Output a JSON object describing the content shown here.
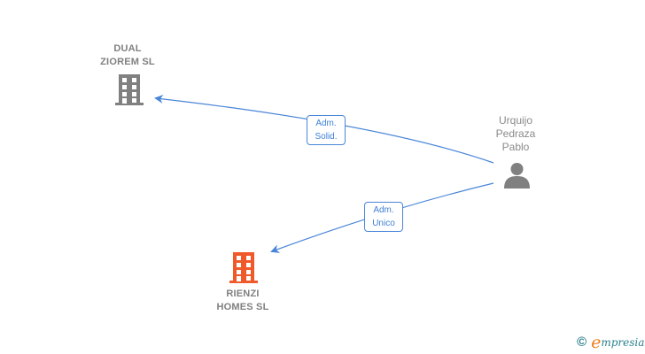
{
  "nodes": {
    "dual_ziorem": {
      "line1": "DUAL",
      "line2": "ZIOREM  SL",
      "type": "company",
      "color": "#808080"
    },
    "rienzi_homes": {
      "line1": "RIENZI",
      "line2": "HOMES  SL",
      "type": "company",
      "color": "#f05a2a"
    },
    "person": {
      "line1": "Urquijo",
      "line2": "Pedraza",
      "line3": "Pablo",
      "type": "person",
      "color": "#808080"
    }
  },
  "edges": [
    {
      "from": "person",
      "to": "dual_ziorem",
      "label_line1": "Adm.",
      "label_line2": "Solid.",
      "color": "#4a86d8"
    },
    {
      "from": "person",
      "to": "rienzi_homes",
      "label_line1": "Adm.",
      "label_line2": "Unico",
      "color": "#4a86d8"
    }
  ],
  "brand": {
    "copyright": "©",
    "initial": "e",
    "name_rest": "mpresia"
  }
}
